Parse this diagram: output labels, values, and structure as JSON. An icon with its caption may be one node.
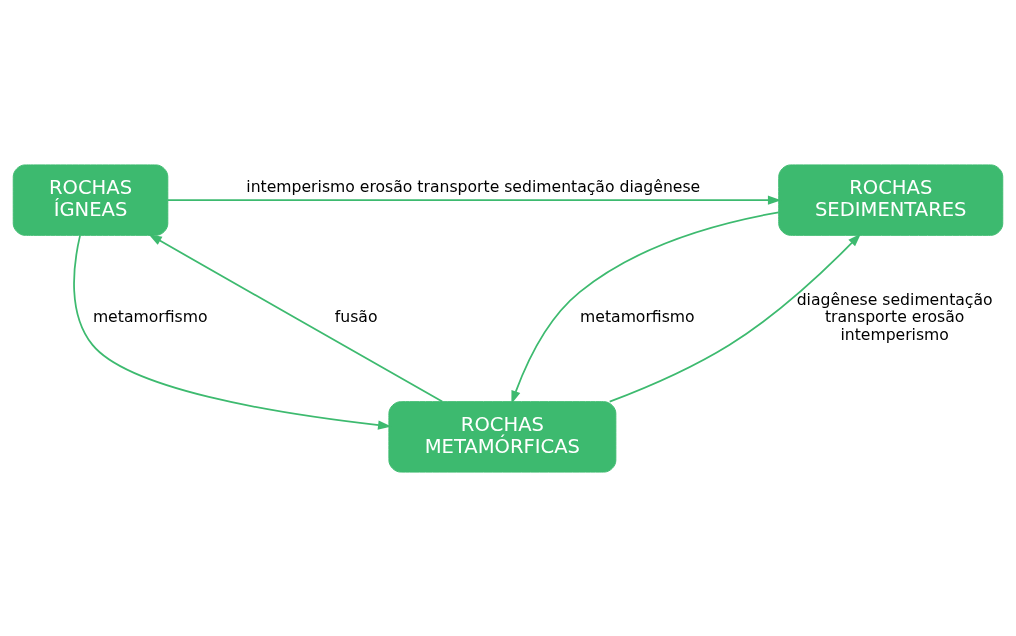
{
  "diagram": {
    "nodes": [
      {
        "text": [
          "ROCHAS ÍGNEAS"
        ]
      },
      {
        "text": [
          "ROCHAS SEDIMENTARES"
        ]
      },
      {
        "text": [
          "ROCHAS METAMÓRFICAS"
        ]
      }
    ],
    "edges": [
      {
        "from": 0,
        "to": 1,
        "arrow": "to",
        "label": "intemperismo erosão transporte sedimentação diagênese"
      },
      {
        "from": 0,
        "to": 2,
        "arrow": "to",
        "label": "metamorfismo"
      },
      {
        "from": 2,
        "to": 0,
        "arrow": "to",
        "label": "fusão"
      },
      {
        "from": 1,
        "to": 2,
        "arrow": "to",
        "label": "metamorfismo"
      },
      {
        "from": 2,
        "to": 1,
        "arrow": "to",
        "label": "diagênese sedimentação transporte erosão intemperismo"
      }
    ]
  }
}
